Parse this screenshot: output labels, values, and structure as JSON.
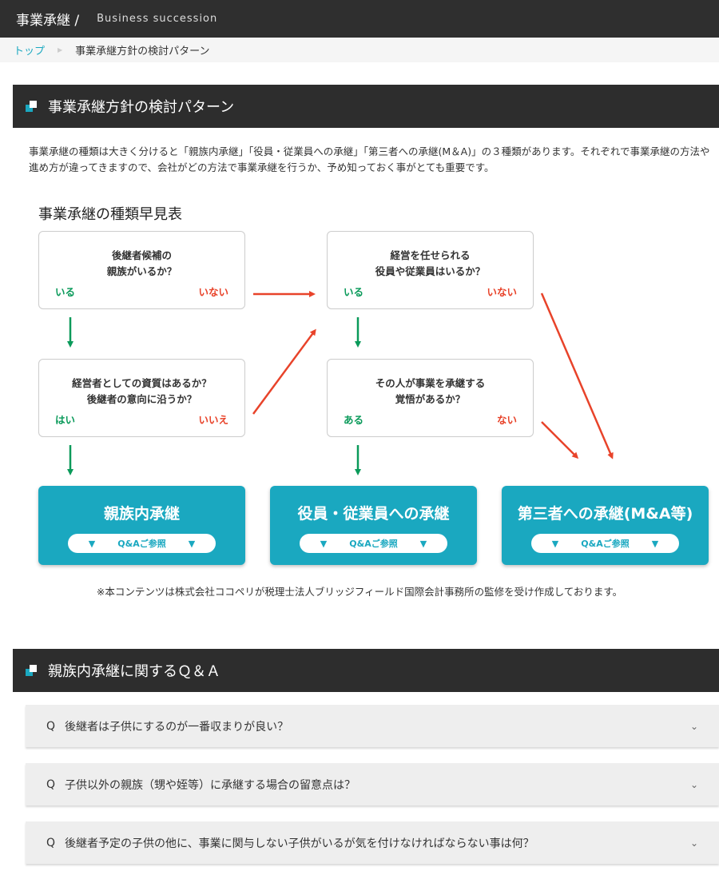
{
  "header": {
    "title": "事業承継 /",
    "subtitle": "Business succession"
  },
  "breadcrumb": {
    "home": "トップ",
    "current": "事業承継方針の検討パターン"
  },
  "section1": {
    "title": "事業承継方針の検討パターン",
    "intro": "事業承継の種類は大きく分けると「親族内承継」「役員・従業員への承継」「第三者への承継(M＆A)」の３種類があります。それぞれで事業承継の方法や進め方が違ってきますので、会社がどの方法で事業承継を行うか、予め知っておく事がとても重要です。",
    "chart_title": "事業承継の種類早見表"
  },
  "questions": [
    {
      "line1": "後継者候補の",
      "line2": "親族がいるか？",
      "yes": "いる",
      "no": "いない"
    },
    {
      "line1": "経営を任せられる",
      "line2": "役員や従業員はいるか？",
      "yes": "いる",
      "no": "いない"
    },
    {
      "line1": "経営者としての資質はあるか？",
      "line2": "後継者の意向に沿うか？",
      "yes": "はい",
      "no": "いいえ"
    },
    {
      "line1": "その人が事業を承継する",
      "line2": "覚悟があるか？",
      "yes": "ある",
      "no": "ない"
    }
  ],
  "results": [
    {
      "title": "親族内承継",
      "button": "Q&Aご参照"
    },
    {
      "title": "役員・従業員への承継",
      "button": "Q&Aご参照"
    },
    {
      "title": "第三者への承継(M&A等)",
      "button": "Q&Aご参照"
    }
  ],
  "note": "※本コンテンツは株式会社ココペリが税理士法人ブリッジフィールド国際会計事務所の監修を受け作成しております。",
  "section2": {
    "title": "親族内承継に関するＱ＆Ａ",
    "faqs": [
      {
        "q": "Q",
        "text": "後継者は子供にするのが一番収まりが良い？"
      },
      {
        "q": "Q",
        "text": "子供以外の親族（甥や姪等）に承継する場合の留意点は？"
      },
      {
        "q": "Q",
        "text": "後継者予定の子供の他に、事業に関与しない子供がいるが気を付けなければならない事は何？"
      }
    ]
  },
  "colors": {
    "accent": "#1aa8c0",
    "yes": "#0a9a5a",
    "no": "#e8432a",
    "dark": "#2d2d2d"
  }
}
